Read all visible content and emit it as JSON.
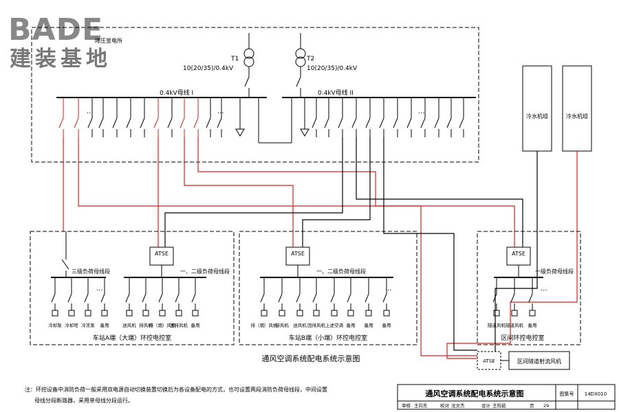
{
  "logo": {
    "brand": "BADE",
    "subtitle": "建装基地"
  },
  "substation": {
    "label": "降压变电所",
    "t1": {
      "name": "T1",
      "rating": "10(20/35)/0.4kV"
    },
    "t2": {
      "name": "T2",
      "rating": "10(20/35)/0.4kV"
    },
    "busbar1": "0.4kV母线 I",
    "busbar2": "0.4kV母线 II"
  },
  "chillers": [
    "冷水机组",
    "冷水机组"
  ],
  "rooms": {
    "a": {
      "title": "车站A端（大端）环控电控室",
      "bus3": "三级负荷母线段",
      "bus12": "一、二级负荷母线段",
      "loads": [
        "冷却泵",
        "冷却塔",
        "冷冻泵",
        "备用",
        "送风机",
        "排风机",
        "排（烟）风机",
        "回排风机",
        "备用"
      ]
    },
    "b": {
      "title": "车站B端（小端）环控电控室",
      "bus12": "一、二级负荷母线段",
      "loads": [
        "排（烟）风机",
        "排风机",
        "送风机",
        "回排风机",
        "上述空调",
        "备用"
      ]
    },
    "c": {
      "title": "区间环控电控室",
      "bus1": "一级负荷母线段",
      "loads": [
        "隧道风机",
        "隧道风机",
        "备用"
      ]
    }
  },
  "atse": "ATSE",
  "tunnel_fan": "区间隧道射流风机",
  "diagram_title": "通风空调系统配电系统示意图",
  "note": {
    "line1": "注：环控设备中消防负荷一般采用双电源自动切换装置切换后为各设备配电的方式，也可设置两段消防负荷母线段，中间设置",
    "line2": "母线分段断路器，采用单母线分段运行。"
  },
  "title_block": {
    "title": "通风空调系统配电系统示意图",
    "atlas_label": "图集号",
    "atlas_no": "14DX010",
    "row2": [
      "审核",
      "王向东",
      "校对",
      "沈文杰",
      "设计",
      "王筠茹",
      "页",
      "29"
    ]
  },
  "colors": {
    "supply_red": "#d42020",
    "line": "#000000"
  }
}
